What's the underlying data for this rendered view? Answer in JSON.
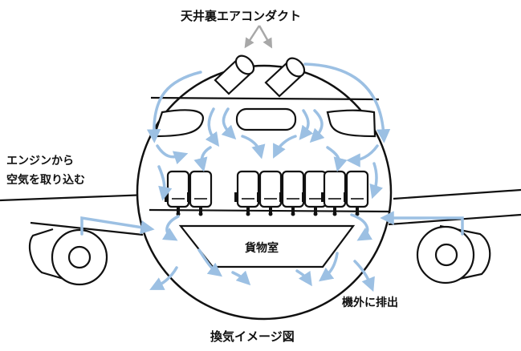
{
  "labels": {
    "ceiling_duct": "天井裏エアコンダクト",
    "intake_line1": "エンジンから",
    "intake_line2": "空気を取り込む",
    "cargo": "貨物室",
    "exhaust": "機外に排出",
    "caption": "換気イメージ図"
  },
  "colors": {
    "airflow": "#9cc0e3",
    "outline": "#111111",
    "pointer_arrow": "#a8a8a8",
    "background": "#ffffff"
  },
  "seat_groups": [
    2,
    4,
    2
  ]
}
